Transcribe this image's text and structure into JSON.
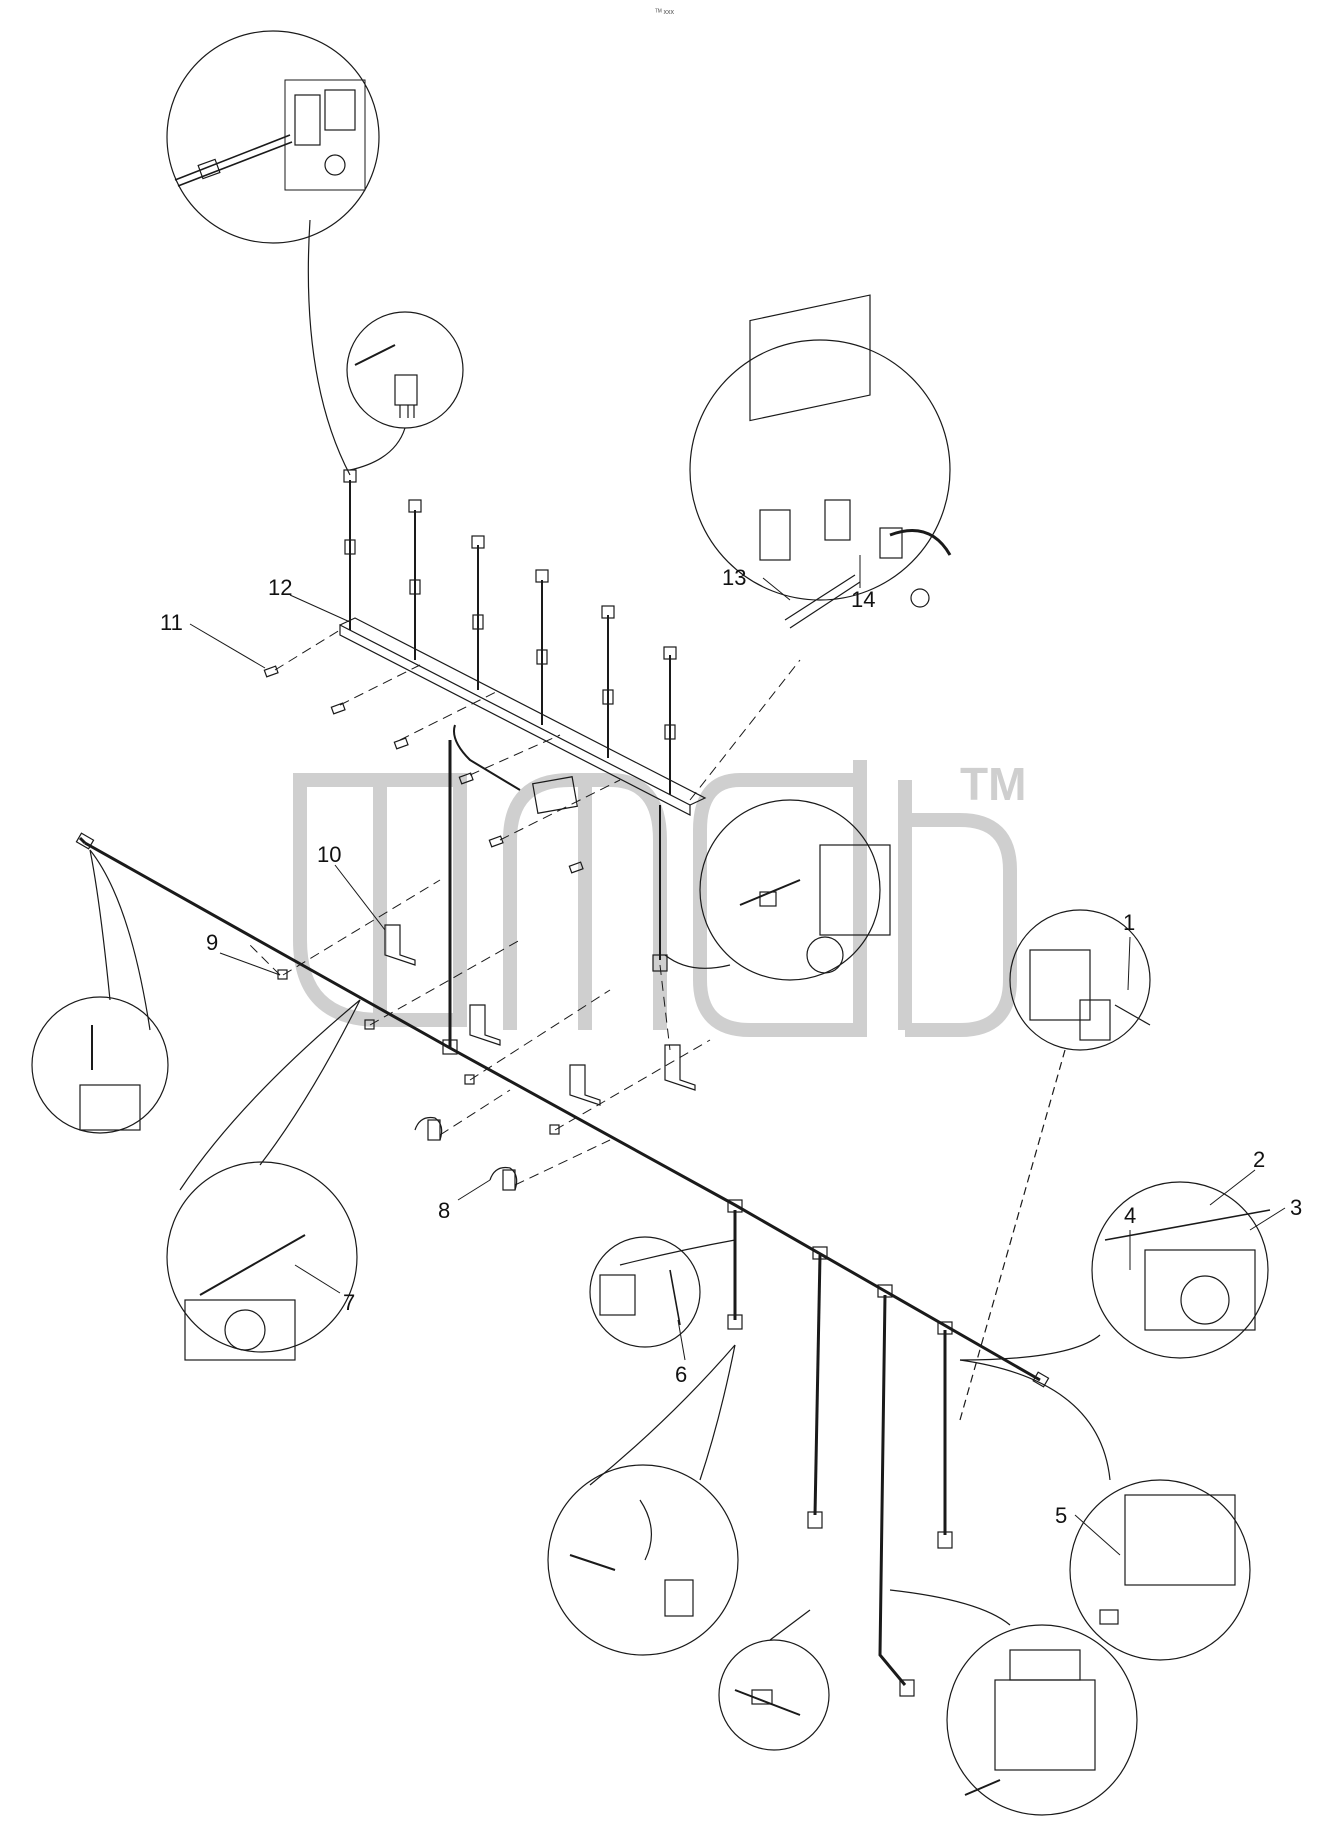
{
  "header": {
    "tiny_text": "ᵀᴹ xxx"
  },
  "watermark": {
    "trademark": "TM"
  },
  "callouts": [
    {
      "id": "c1",
      "label": "1"
    },
    {
      "id": "c2",
      "label": "2"
    },
    {
      "id": "c3",
      "label": "3"
    },
    {
      "id": "c4",
      "label": "4"
    },
    {
      "id": "c5",
      "label": "5"
    },
    {
      "id": "c6",
      "label": "6"
    },
    {
      "id": "c7",
      "label": "7"
    },
    {
      "id": "c8",
      "label": "8"
    },
    {
      "id": "c9",
      "label": "9"
    },
    {
      "id": "c10",
      "label": "10"
    },
    {
      "id": "c11",
      "label": "11"
    },
    {
      "id": "c12",
      "label": "12"
    },
    {
      "id": "c13",
      "label": "13"
    },
    {
      "id": "c14",
      "label": "14"
    }
  ],
  "colors": {
    "line": "#1a1a1a",
    "watermark": "#cfcfcf",
    "background": "#ffffff"
  }
}
